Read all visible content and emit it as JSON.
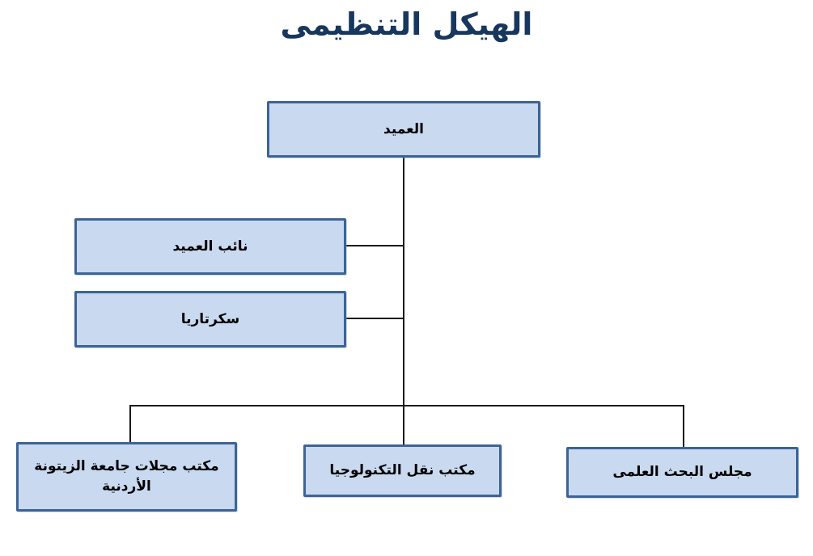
{
  "diagram": {
    "title": "الهيكل التنظيمى",
    "title_color": "#17375D",
    "node_fill_color": "#C9D9F0",
    "node_border_color": "#3C6496",
    "connector_color": "#1a1a1a",
    "nodes": [
      {
        "id": "dean",
        "label": "العميد"
      },
      {
        "id": "vice-dean",
        "label": "نائب العميد"
      },
      {
        "id": "secretariat",
        "label": "سكرتاريا"
      },
      {
        "id": "journals-office",
        "label": "مكتب مجلات جامعة الزيتونة الأردنية"
      },
      {
        "id": "tech-transfer-office",
        "label": "مكتب نقل التكنولوجيا"
      },
      {
        "id": "research-council",
        "label": "مجلس البحث العلمى"
      }
    ],
    "edges": [
      {
        "from": "dean",
        "to": "vice-dean"
      },
      {
        "from": "dean",
        "to": "secretariat"
      },
      {
        "from": "dean",
        "to": "journals-office"
      },
      {
        "from": "dean",
        "to": "tech-transfer-office"
      },
      {
        "from": "dean",
        "to": "research-council"
      }
    ]
  }
}
